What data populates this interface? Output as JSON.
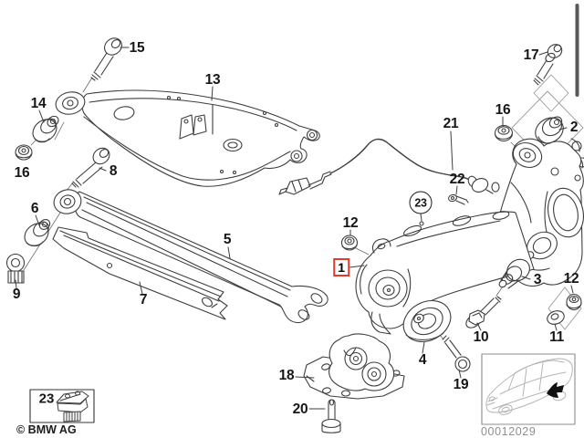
{
  "meta": {
    "type": "exploded-parts-diagram",
    "footer": {
      "copyright": "© BMW AG",
      "image_number": "00012029"
    }
  },
  "colors": {
    "line": "#3e3e3e",
    "highlight_red": "#e23b2e",
    "ghost_outline": "#9a9a9a",
    "scrollbar": "#58595b",
    "muted_text": "#8f8f8f",
    "car_sketch": "#b5b5b5"
  },
  "legend": {
    "callout": "23"
  },
  "callouts": [
    {
      "label": "15"
    },
    {
      "label": "13"
    },
    {
      "label": "14"
    },
    {
      "label": "16"
    },
    {
      "label": "8"
    },
    {
      "label": "6"
    },
    {
      "label": "9"
    },
    {
      "label": "5"
    },
    {
      "label": "7"
    },
    {
      "label": "17"
    },
    {
      "label": "16"
    },
    {
      "label": "21"
    },
    {
      "label": "2"
    },
    {
      "label": "22"
    },
    {
      "label": "23",
      "variant": "circled"
    },
    {
      "label": "12"
    },
    {
      "label": "1",
      "variant": "selected"
    },
    {
      "label": "3"
    },
    {
      "label": "12"
    },
    {
      "label": "10"
    },
    {
      "label": "11"
    },
    {
      "label": "4"
    },
    {
      "label": "19"
    },
    {
      "label": "18"
    },
    {
      "label": "20"
    }
  ]
}
